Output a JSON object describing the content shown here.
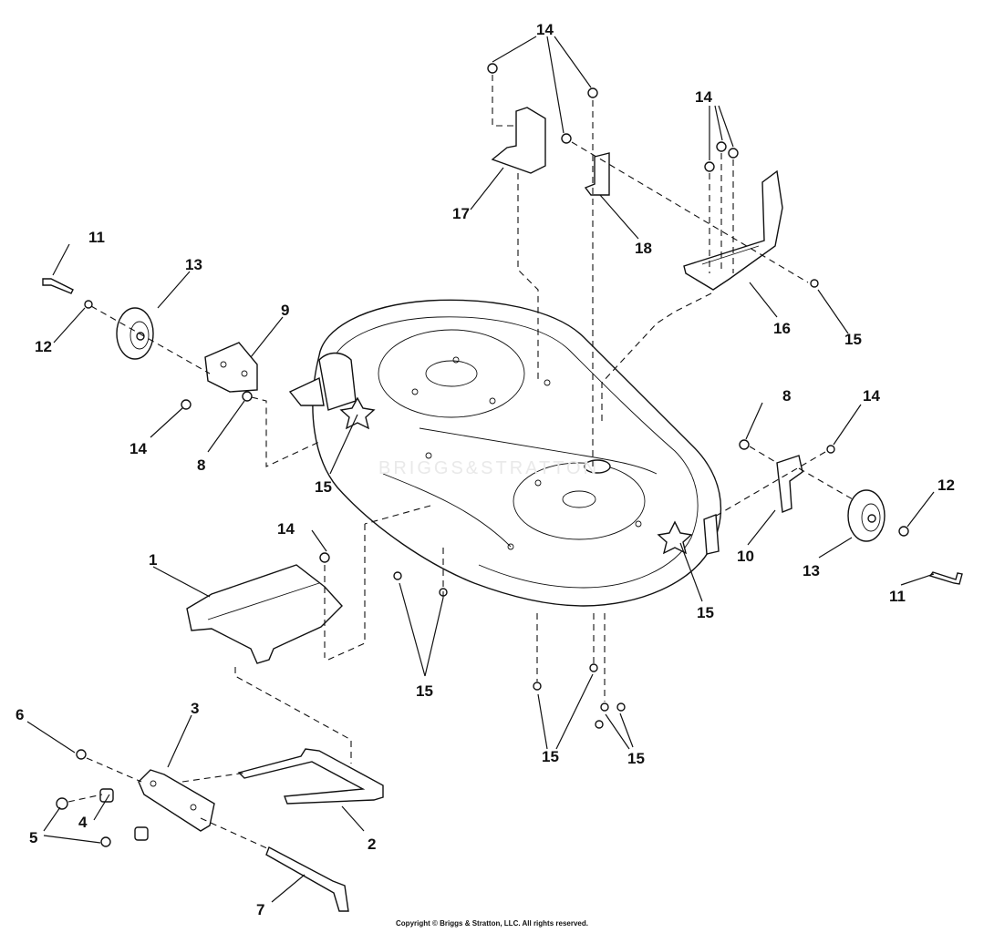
{
  "diagram": {
    "watermark": "BRIGGS&STRATTON",
    "copyright": "Copyright © Briggs & Stratton, LLC. All rights reserved.",
    "callouts": {
      "c1": "1",
      "c2": "2",
      "c3": "3",
      "c4": "4",
      "c5": "5",
      "c6": "6",
      "c7": "7",
      "c8a": "8",
      "c8b": "8",
      "c9": "9",
      "c10": "10",
      "c11a": "11",
      "c11b": "11",
      "c12a": "12",
      "c12b": "12",
      "c13a": "13",
      "c13b": "13",
      "c14a": "14",
      "c14b": "14",
      "c14c": "14",
      "c14d": "14",
      "c14e": "14",
      "c15a": "15",
      "c15b": "15",
      "c15c": "15",
      "c15d": "15",
      "c15e": "15",
      "c15f": "15",
      "c16": "16",
      "c17": "17",
      "c18": "18"
    }
  }
}
